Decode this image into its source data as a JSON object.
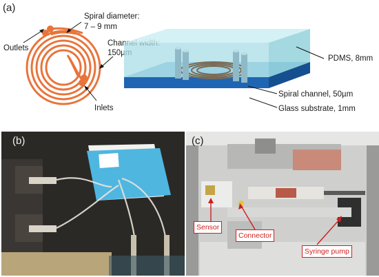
{
  "panel_a": {
    "letter": "(a)",
    "outlets_label": "Outlets",
    "spiral_label": "Spiral diameter:",
    "spiral_value": "7 – 9 mm",
    "channel_label": "Channel width:",
    "channel_value": "150µm",
    "inlets_label": "Inlets",
    "pdms_label": "PDMS, 8mm",
    "spiral_channel_label": "Spiral channel, 50µm",
    "glass_label": "Glass substrate, 1mm"
  },
  "panel_b": {
    "letter": "(b)"
  },
  "panel_c": {
    "letter": "(c)",
    "sensor_label": "Sensor",
    "connector_label": "Connector",
    "pump_label": "Syringe pump"
  },
  "colors": {
    "spiral": "#e8743b",
    "pdms": "#a8dde6",
    "glass": "#1e66b3",
    "callout_red": "#cc1f1f",
    "tube_rack": "#4fb6e0"
  }
}
